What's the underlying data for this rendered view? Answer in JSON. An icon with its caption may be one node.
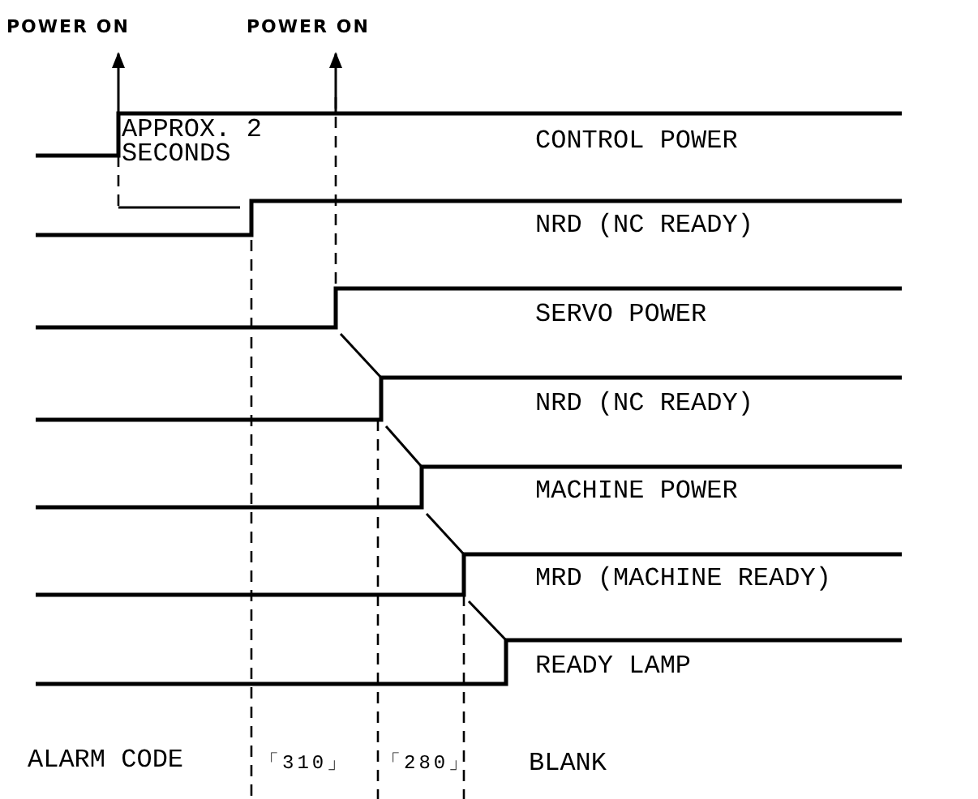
{
  "diagram": {
    "labels": [
      "POWER ON",
      "POWER ON",
      "APPROX. 2 SECONDS",
      "CONTROL POWER",
      "NRD (NC READY)",
      "SERVO POWER",
      "NRD (NC READY)",
      "MACHINE POWER",
      "MRD (MACHINE READY)",
      "READY LAMP",
      "ALARM CODE",
      "「310」",
      "「280」",
      "BLANK"
    ]
  }
}
